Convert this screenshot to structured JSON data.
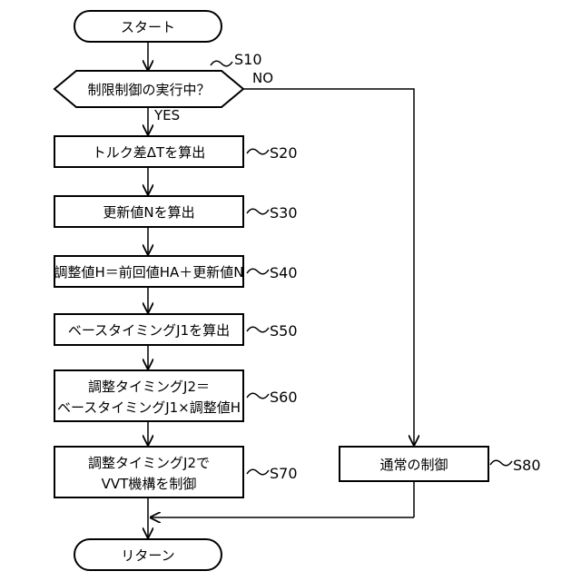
{
  "flowchart": {
    "start": "スタート",
    "end": "リターン",
    "decision": {
      "label": "制限制御の実行中？",
      "step": "S10",
      "yes": "YES",
      "no": "NO"
    },
    "steps": [
      {
        "step": "S20",
        "lines": [
          "トルク差ΔTを算出"
        ]
      },
      {
        "step": "S30",
        "lines": [
          "更新値Nを算出"
        ]
      },
      {
        "step": "S40",
        "lines": [
          "調整値H＝前回値HA＋更新値N"
        ]
      },
      {
        "step": "S50",
        "lines": [
          "ベースタイミングJ1を算出"
        ]
      },
      {
        "step": "S60",
        "lines": [
          "調整タイミングJ2＝",
          "ベースタイミングJ1×調整値H"
        ]
      },
      {
        "step": "S70",
        "lines": [
          "調整タイミングJ2で",
          "VVT機構を制御"
        ]
      }
    ],
    "normal": {
      "step": "S80",
      "lines": [
        "通常の制御"
      ]
    }
  }
}
